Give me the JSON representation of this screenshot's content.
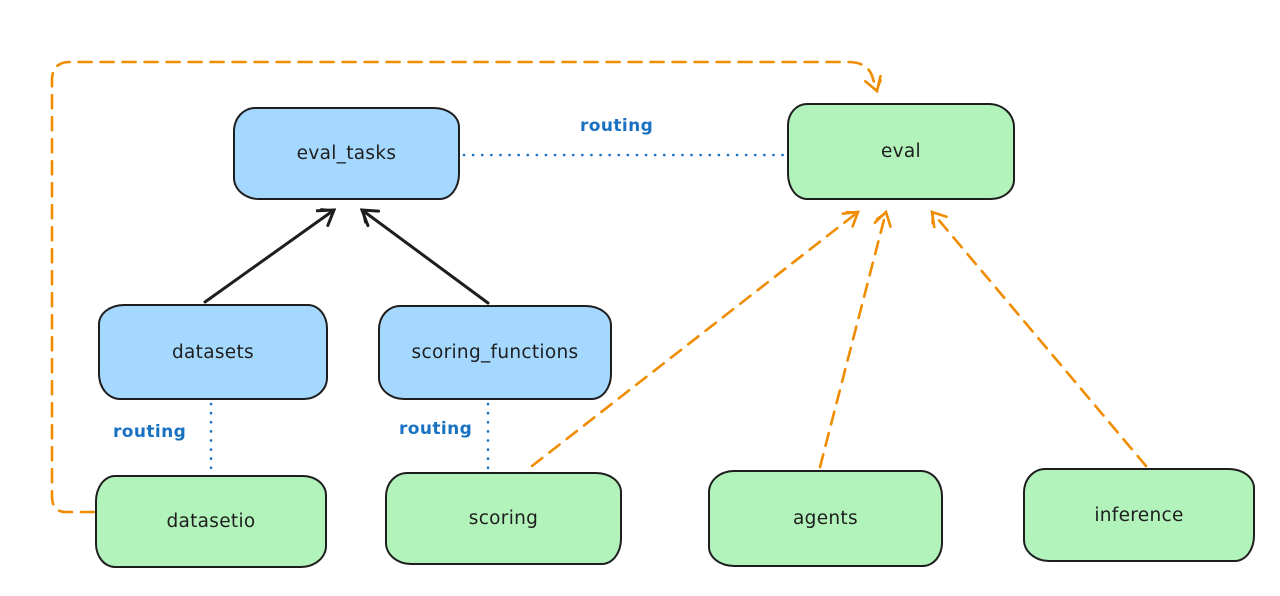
{
  "colors": {
    "canvas-bg": "#ffffff",
    "node-stroke": "#1e1e1e",
    "registry-blue": "#a5d8ff",
    "api-green": "#b2f2bb",
    "routing-blue": "#1971c2",
    "provider-orange": "#f08c00",
    "text-dark": "#1e1e1e"
  },
  "diagram": {
    "nodes": {
      "eval_tasks": {
        "label": "eval_tasks",
        "color": "blue"
      },
      "eval": {
        "label": "eval",
        "color": "green"
      },
      "datasets": {
        "label": "datasets",
        "color": "blue"
      },
      "scoring_functions": {
        "label": "scoring_functions",
        "color": "blue"
      },
      "datasetio": {
        "label": "datasetio",
        "color": "green"
      },
      "scoring": {
        "label": "scoring",
        "color": "green"
      },
      "agents": {
        "label": "agents",
        "color": "green"
      },
      "inference": {
        "label": "inference",
        "color": "green"
      }
    },
    "edge_labels": {
      "routing_eval": "routing",
      "routing_datasetio": "routing",
      "routing_scoring": "routing"
    },
    "edges": [
      {
        "from": "datasets",
        "to": "eval_tasks",
        "style": "solid-black-arrow"
      },
      {
        "from": "scoring_functions",
        "to": "eval_tasks",
        "style": "solid-black-arrow"
      },
      {
        "from": "eval_tasks",
        "to": "eval",
        "style": "dotted-blue",
        "label": "routing"
      },
      {
        "from": "datasets",
        "to": "datasetio",
        "style": "dotted-blue",
        "label": "routing"
      },
      {
        "from": "scoring_functions",
        "to": "scoring",
        "style": "dotted-blue",
        "label": "routing"
      },
      {
        "from": "datasetio",
        "to": "eval",
        "style": "dashed-orange-arrow",
        "route": "around-top-left"
      },
      {
        "from": "scoring",
        "to": "eval",
        "style": "dashed-orange-arrow"
      },
      {
        "from": "agents",
        "to": "eval",
        "style": "dashed-orange-arrow"
      },
      {
        "from": "inference",
        "to": "eval",
        "style": "dashed-orange-arrow"
      }
    ]
  }
}
